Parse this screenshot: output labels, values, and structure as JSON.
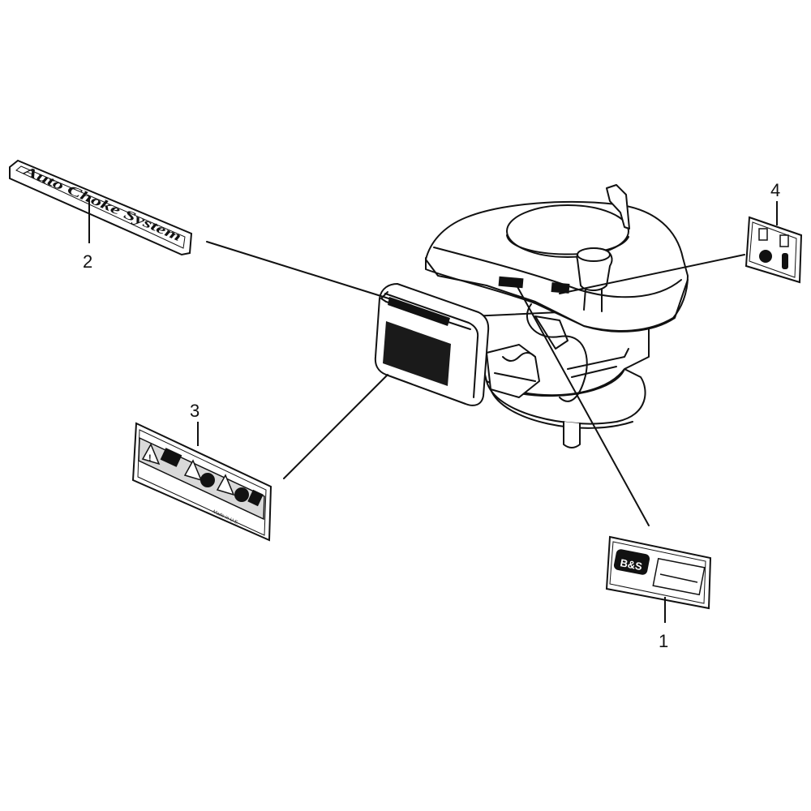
{
  "callouts": {
    "c1": "1",
    "c2": "2",
    "c3": "3",
    "c4": "4"
  },
  "labels": {
    "auto_choke_text": "Auto Choke System",
    "made_in_text": "Made in U.S.",
    "model_badge_text": "B&S"
  },
  "colors": {
    "line": "#111111",
    "fill_dark": "#1a1a1a",
    "fill_gray": "#d9d9d9",
    "background": "#ffffff"
  }
}
